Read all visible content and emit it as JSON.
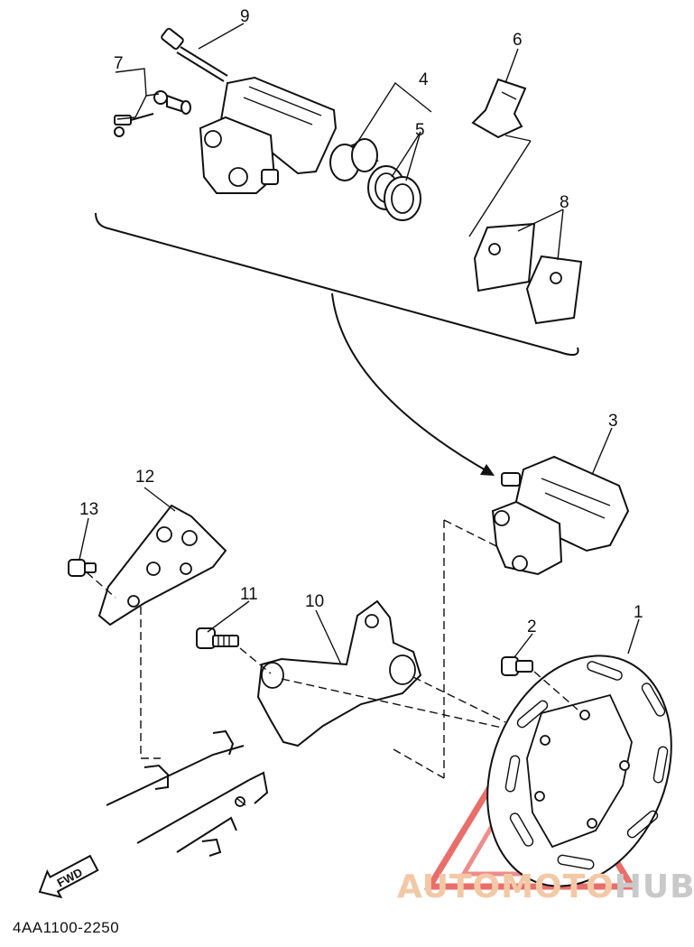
{
  "callouts": {
    "c1": "1",
    "c2": "2",
    "c3": "3",
    "c4": "4",
    "c5": "5",
    "c6": "6",
    "c7": "7",
    "c8": "8",
    "c9": "9",
    "c10": "10",
    "c11": "11",
    "c12": "12",
    "c13": "13"
  },
  "fwd_label": "FWD",
  "part_code": "4AA1100-2250",
  "watermark": {
    "part1": "AUTOMOTO",
    "part2": "HUB",
    "color_accent": "#e0302a"
  }
}
